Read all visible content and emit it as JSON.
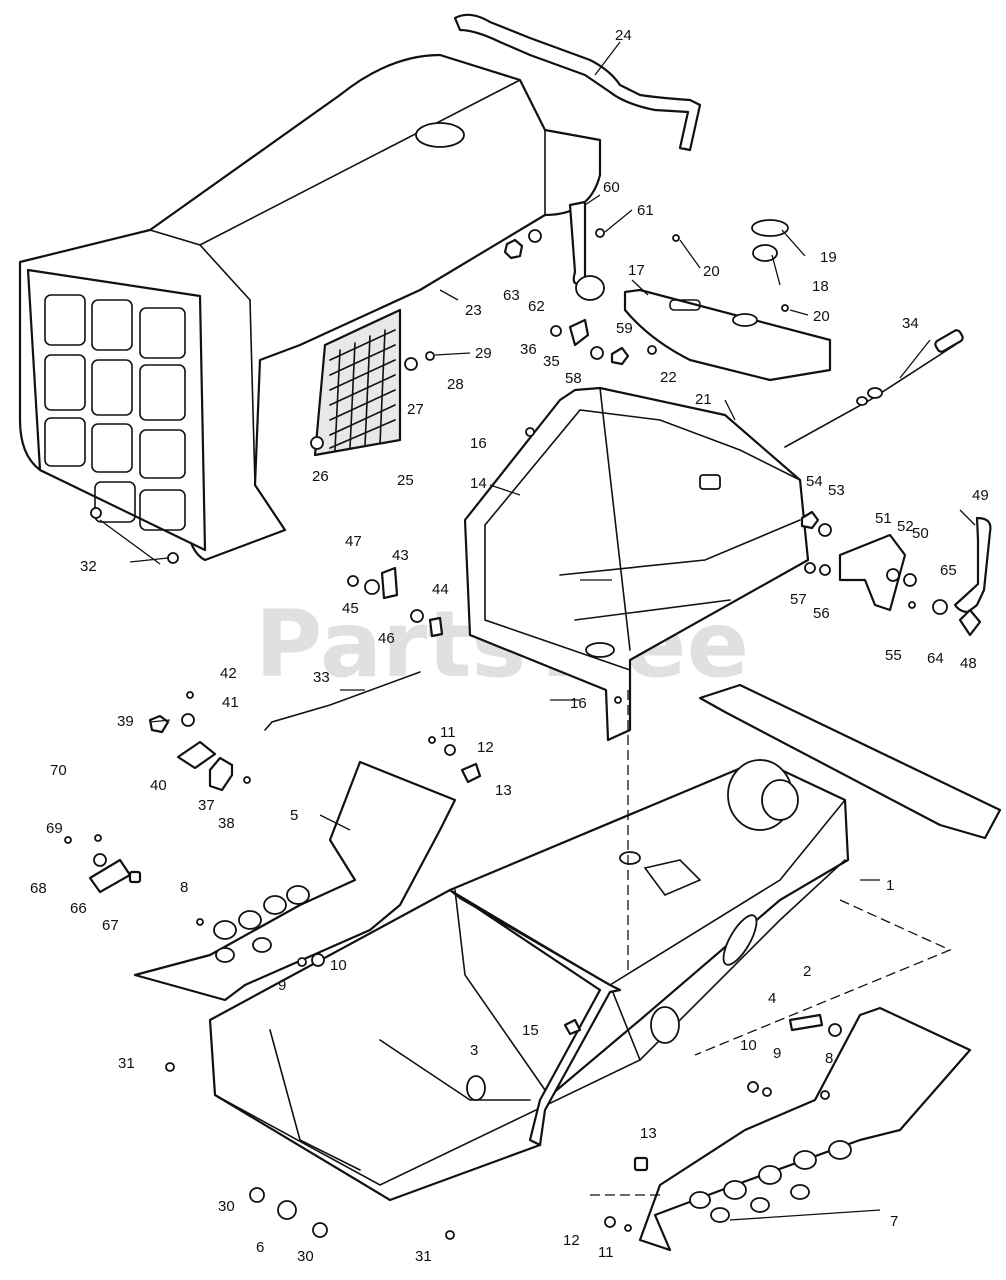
{
  "watermark": "PartsTree",
  "callouts": [
    {
      "id": "c1",
      "label": "1"
    },
    {
      "id": "c2",
      "label": "2"
    },
    {
      "id": "c3",
      "label": "3"
    },
    {
      "id": "c4",
      "label": "4"
    },
    {
      "id": "c5",
      "label": "5"
    },
    {
      "id": "c6",
      "label": "6"
    },
    {
      "id": "c7",
      "label": "7"
    },
    {
      "id": "c8a",
      "label": "8"
    },
    {
      "id": "c8b",
      "label": "8"
    },
    {
      "id": "c9a",
      "label": "9"
    },
    {
      "id": "c9b",
      "label": "9"
    },
    {
      "id": "c10a",
      "label": "10"
    },
    {
      "id": "c10b",
      "label": "10"
    },
    {
      "id": "c11a",
      "label": "11"
    },
    {
      "id": "c11b",
      "label": "11"
    },
    {
      "id": "c12a",
      "label": "12"
    },
    {
      "id": "c12b",
      "label": "12"
    },
    {
      "id": "c13a",
      "label": "13"
    },
    {
      "id": "c13b",
      "label": "13"
    },
    {
      "id": "c14",
      "label": "14"
    },
    {
      "id": "c15",
      "label": "15"
    },
    {
      "id": "c16a",
      "label": "16"
    },
    {
      "id": "c16b",
      "label": "16"
    },
    {
      "id": "c17",
      "label": "17"
    },
    {
      "id": "c18",
      "label": "18"
    },
    {
      "id": "c19",
      "label": "19"
    },
    {
      "id": "c20a",
      "label": "20"
    },
    {
      "id": "c20b",
      "label": "20"
    },
    {
      "id": "c21",
      "label": "21"
    },
    {
      "id": "c22",
      "label": "22"
    },
    {
      "id": "c23",
      "label": "23"
    },
    {
      "id": "c24",
      "label": "24"
    },
    {
      "id": "c25",
      "label": "25"
    },
    {
      "id": "c26",
      "label": "26"
    },
    {
      "id": "c27",
      "label": "27"
    },
    {
      "id": "c28",
      "label": "28"
    },
    {
      "id": "c29",
      "label": "29"
    },
    {
      "id": "c30a",
      "label": "30"
    },
    {
      "id": "c30b",
      "label": "30"
    },
    {
      "id": "c31a",
      "label": "31"
    },
    {
      "id": "c31b",
      "label": "31"
    },
    {
      "id": "c32",
      "label": "32"
    },
    {
      "id": "c33",
      "label": "33"
    },
    {
      "id": "c34",
      "label": "34"
    },
    {
      "id": "c35",
      "label": "35"
    },
    {
      "id": "c36",
      "label": "36"
    },
    {
      "id": "c37",
      "label": "37"
    },
    {
      "id": "c38",
      "label": "38"
    },
    {
      "id": "c39",
      "label": "39"
    },
    {
      "id": "c40",
      "label": "40"
    },
    {
      "id": "c41",
      "label": "41"
    },
    {
      "id": "c42",
      "label": "42"
    },
    {
      "id": "c43",
      "label": "43"
    },
    {
      "id": "c44",
      "label": "44"
    },
    {
      "id": "c45",
      "label": "45"
    },
    {
      "id": "c46",
      "label": "46"
    },
    {
      "id": "c47",
      "label": "47"
    },
    {
      "id": "c48",
      "label": "48"
    },
    {
      "id": "c49",
      "label": "49"
    },
    {
      "id": "c50",
      "label": "50"
    },
    {
      "id": "c51",
      "label": "51"
    },
    {
      "id": "c52",
      "label": "52"
    },
    {
      "id": "c53",
      "label": "53"
    },
    {
      "id": "c54",
      "label": "54"
    },
    {
      "id": "c55",
      "label": "55"
    },
    {
      "id": "c56",
      "label": "56"
    },
    {
      "id": "c57",
      "label": "57"
    },
    {
      "id": "c58",
      "label": "58"
    },
    {
      "id": "c59",
      "label": "59"
    },
    {
      "id": "c60",
      "label": "60"
    },
    {
      "id": "c61",
      "label": "61"
    },
    {
      "id": "c62",
      "label": "62"
    },
    {
      "id": "c63",
      "label": "63"
    },
    {
      "id": "c64",
      "label": "64"
    },
    {
      "id": "c65",
      "label": "65"
    },
    {
      "id": "c66",
      "label": "66"
    },
    {
      "id": "c67",
      "label": "67"
    },
    {
      "id": "c68",
      "label": "68"
    },
    {
      "id": "c69",
      "label": "69"
    },
    {
      "id": "c70",
      "label": "70"
    }
  ]
}
